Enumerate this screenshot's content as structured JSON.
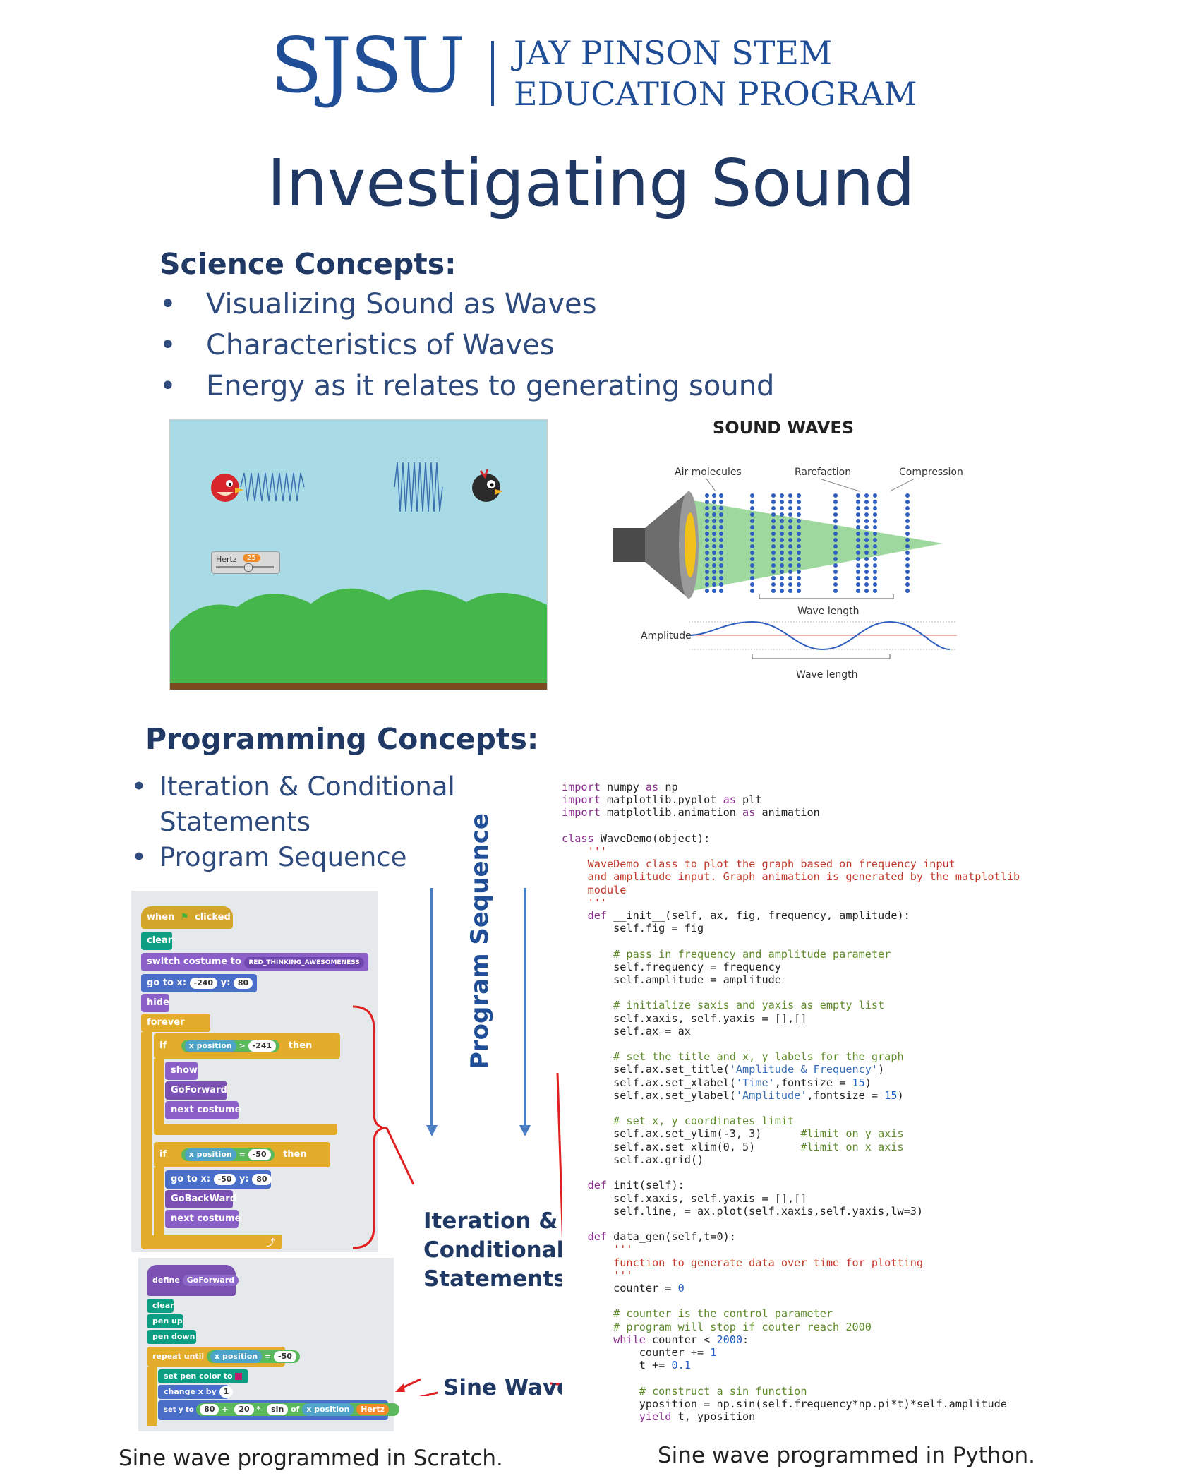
{
  "header": {
    "logo_left": "SJSU",
    "logo_right_line1": "JAY PINSON STEM",
    "logo_right_line2": "EDUCATION PROGRAM"
  },
  "title": "Investigating Sound",
  "science": {
    "heading": "Science Concepts:",
    "items": [
      "Visualizing Sound as Waves",
      "Characteristics of Waves",
      "Energy as it relates to generating sound"
    ]
  },
  "game": {
    "slider_label": "Hertz",
    "slider_value": "25"
  },
  "diagram": {
    "title": "SOUND WAVES",
    "air_molecules": "Air molecules",
    "rarefaction": "Rarefaction",
    "compression": "Compression",
    "wave_length_top": "Wave length",
    "amplitude": "Amplitude",
    "wave_length_bottom": "Wave length"
  },
  "programming": {
    "heading": "Programming Concepts:",
    "item1_line1": "Iteration & Conditional",
    "item1_line2": "Statements",
    "item2": "Program Sequence"
  },
  "arrows_label": "Program Sequence",
  "annotations": {
    "iteration_line1": "Iteration &",
    "iteration_line2": "Conditional",
    "iteration_line3": "Statements",
    "sine_wave": "Sine Wave"
  },
  "scratch_main": {
    "when_clicked": "when",
    "clicked": "clicked",
    "clear": "clear",
    "switch_costume": "switch costume to",
    "costume_name": "RED_THINKING_AWESOMENESS",
    "goto1": "go to x:",
    "goto1_x": "-240",
    "goto1_y_label": "y:",
    "goto1_y": "80",
    "hide": "hide",
    "forever": "forever",
    "if1": "if",
    "xpos1": "x position",
    "gt": ">",
    "val1": "-241",
    "then1": "then",
    "show": "show",
    "goforward": "GoForward",
    "next_costume1": "next costume",
    "if2": "if",
    "xpos2": "x position",
    "eq": "=",
    "val2": "-50",
    "then2": "then",
    "goto2": "go to x:",
    "goto2_x": "-50",
    "goto2_y_label": "y:",
    "goto2_y": "80",
    "gobackward": "GoBackWard",
    "next_costume2": "next costume"
  },
  "scratch_define": {
    "define": "define",
    "name": "GoForward",
    "clear": "clear",
    "pen_up": "pen up",
    "pen_down": "pen down",
    "repeat_until": "repeat until",
    "xpos": "x position",
    "eq": "=",
    "val": "-50",
    "set_pen_color": "set pen color to",
    "change_x": "change x by",
    "change_val": "1",
    "set_y": "set y to",
    "v80": "80",
    "plus": "+",
    "v20": "20",
    "times": "*",
    "sin": "sin",
    "of": "of",
    "xpos2": "x position",
    "hertz": "Hertz"
  },
  "code": {
    "l1a": "import",
    "l1b": " numpy ",
    "l1c": "as",
    "l1d": " np",
    "l2a": "import",
    "l2b": " matplotlib.pyplot ",
    "l2c": "as",
    "l2d": " plt",
    "l3a": "import",
    "l3b": " matplotlib.animation ",
    "l3c": "as",
    "l3d": " animation",
    "l5a": "class",
    "l5b": " WaveDemo(object):",
    "l6": "    '''",
    "l7": "    WaveDemo class to plot the graph based on frequency input",
    "l8": "    and amplitude input. Graph animation is generated by the matplotlib",
    "l9": "    module",
    "l10": "    '''",
    "l11a": "    def",
    "l11b": " __init__(self, ax, fig, frequency, amplitude):",
    "l12": "        self.fig = fig",
    "l14": "        # pass in frequency and amplitude parameter",
    "l15": "        self.frequency = frequency",
    "l16": "        self.amplitude = amplitude",
    "l18": "        # initialize saxis and yaxis as empty list",
    "l19": "        self.xaxis, self.yaxis = [],[]",
    "l20": "        self.ax = ax",
    "l22": "        # set the title and x, y labels for the graph",
    "l23a": "        self.ax.set_title(",
    "l23b": "'Amplitude & Frequency'",
    "l23c": ")",
    "l24a": "        self.ax.set_xlabel(",
    "l24b": "'Time'",
    "l24c": ",fontsize = ",
    "l24d": "15",
    "l24e": ")",
    "l25a": "        self.ax.set_ylabel(",
    "l25b": "'Amplitude'",
    "l25c": ",fontsize = ",
    "l25d": "15",
    "l25e": ")",
    "l27": "        # set x, y coordinates limit",
    "l28a": "        self.ax.set_ylim(-3, 3)      ",
    "l28b": "#limit on y axis",
    "l29a": "        self.ax.set_xlim(0, 5)       ",
    "l29b": "#limit on x axis",
    "l30": "        self.ax.grid()",
    "l32a": "    def",
    "l32b": " init(self):",
    "l33": "        self.xaxis, self.yaxis = [],[]",
    "l34": "        self.line, = ax.plot(self.xaxis,self.yaxis,lw=3)",
    "l36a": "    def",
    "l36b": " data_gen(self,t=0):",
    "l37": "        '''",
    "l38": "        function to generate data over time for plotting",
    "l39": "        '''",
    "l40a": "        counter = ",
    "l40b": "0",
    "l42": "        # counter is the control parameter",
    "l43": "        # program will stop if couter reach 2000",
    "l44a": "        while",
    "l44b": " counter < ",
    "l44c": "2000",
    "l44d": ":",
    "l45a": "            counter += ",
    "l45b": "1",
    "l46a": "            t += ",
    "l46b": "0.1",
    "l48": "            # construct a sin function",
    "l49": "            yposition = np.sin(self.frequency*np.pi*t)*self.amplitude",
    "l50a": "            yield",
    "l50b": " t, yposition"
  },
  "captions": {
    "scratch": "Sine wave programmed in Scratch.",
    "python": "Sine wave programmed in Python."
  }
}
